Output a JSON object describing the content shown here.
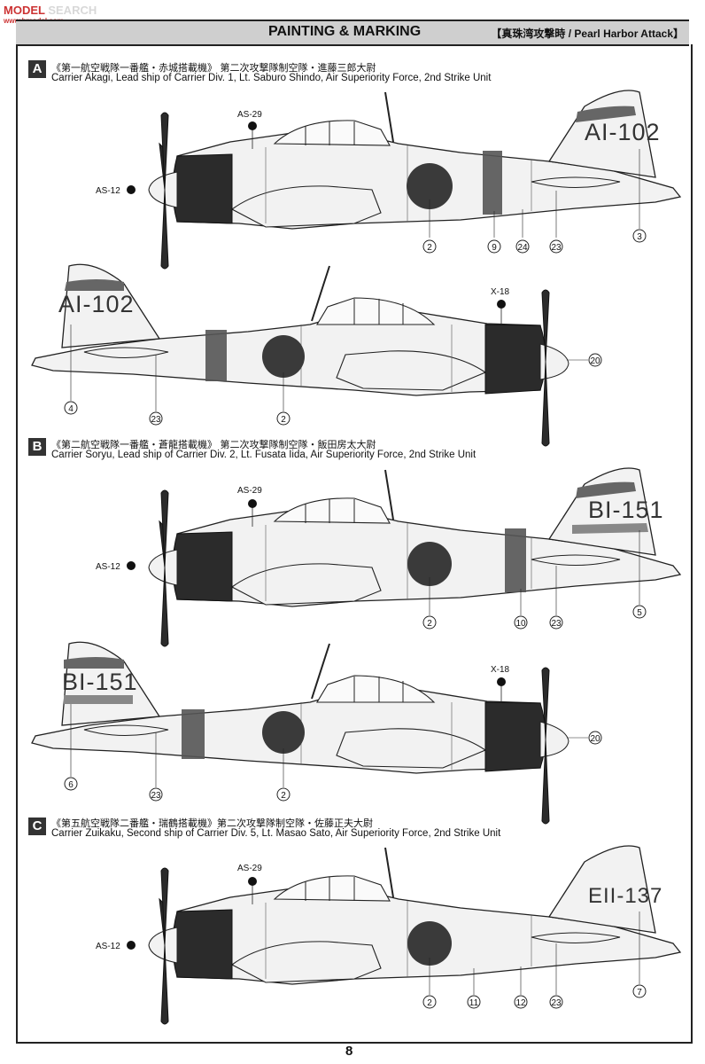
{
  "watermark": {
    "brand": "MODEL",
    "site": "SEARCH",
    "sub": "www.hmodel.com"
  },
  "header": {
    "title": "PAINTING & MARKING",
    "subtitle": "【真珠湾攻撃時 / Pearl Harbor Attack】"
  },
  "sections": [
    {
      "letter": "A",
      "jp": "《第一航空戦隊一番艦・赤城搭載機》 第二次攻撃隊制空隊・進藤三郎大尉",
      "en": "Carrier Akagi, Lead ship of Carrier Div. 1, Lt. Saburo Shindo, Air Superiority Force, 2nd Strike Unit",
      "tail_code": "AI-102"
    },
    {
      "letter": "B",
      "jp": "《第二航空戦隊一番艦・蒼龍搭載機》 第二次攻撃隊制空隊・飯田房太大尉",
      "en": "Carrier Soryu, Lead ship of Carrier Div. 2, Lt. Fusata Iida, Air Superiority Force, 2nd Strike Unit",
      "tail_code": "BI-151"
    },
    {
      "letter": "C",
      "jp": "《第五航空戦隊二番艦・瑞鶴搭載機》第二次攻撃隊制空隊・佐藤正夫大尉",
      "en": "Carrier Zuikaku, Second ship of Carrier Div. 5, Lt. Masao Sato, Air Superiority Force, 2nd Strike Unit",
      "tail_code": "EII-137"
    }
  ],
  "paints": {
    "as29": "AS-29",
    "as12": "AS-12",
    "x18": "X-18"
  },
  "callouts": {
    "a_right": [
      "2",
      "9",
      "24",
      "23",
      "3"
    ],
    "a_left": [
      "4",
      "23",
      "2",
      "20"
    ],
    "b_right": [
      "2",
      "10",
      "23",
      "5"
    ],
    "b_left": [
      "6",
      "23",
      "2",
      "20"
    ],
    "c_right": [
      "2",
      "11",
      "12",
      "23",
      "7"
    ]
  },
  "page_number": "8",
  "colors": {
    "hinomaru": "#3a3a3a",
    "cowling": "#2b2b2b",
    "band": "#555555",
    "airframe": "#f2f2f2"
  }
}
